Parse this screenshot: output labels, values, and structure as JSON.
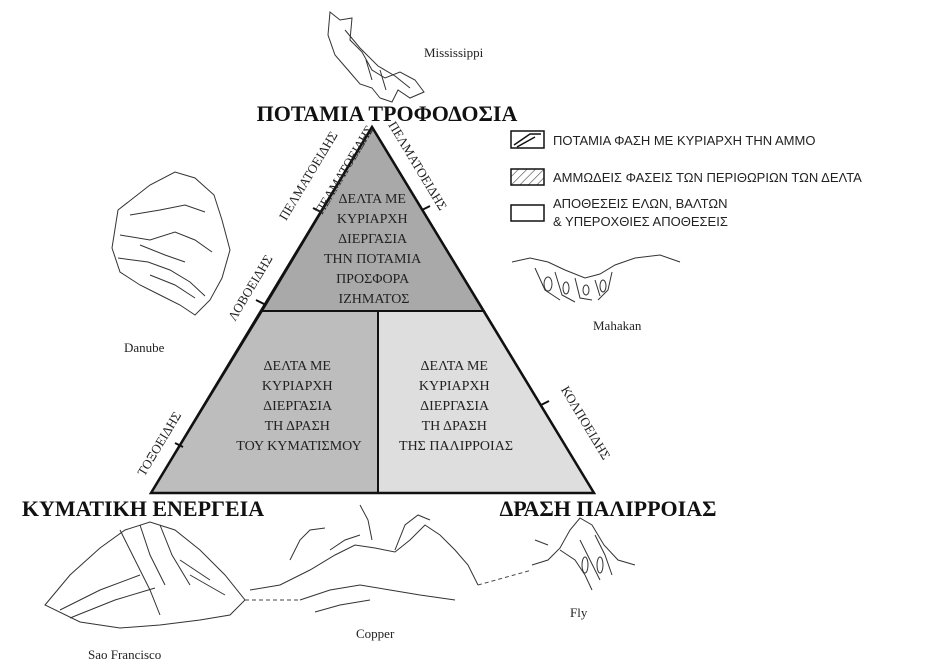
{
  "corners": {
    "top": "ΠΟΤΑΜΙΑ ΤΡΟΦΟΔΟΣΙΑ",
    "left": "ΚΥΜΑΤΙΚΗ ΕΝΕΡΓΕΙΑ",
    "right": "ΔΡΑΣΗ ΠΑΛΙΡΡΟΙΑΣ"
  },
  "regions": {
    "top": [
      "ΔΕΛΤΑ ΜΕ",
      "ΚΥΡΙΑΡΧΗ",
      "ΔΙΕΡΓΑΣΙΑ",
      "ΤΗΝ ΠΟΤΑΜΙΑ",
      "ΠΡΟΣΦΟΡΑ",
      "ΙΖΗΜΑΤΟΣ"
    ],
    "left": [
      "ΔΕΛΤΑ ΜΕ",
      "ΚΥΡΙΑΡΧΗ",
      "ΔΙΕΡΓΑΣΙΑ",
      "ΤΗ ΔΡΑΣΗ",
      "ΤΟΥ ΚΥΜΑΤΙΣΜΟΥ"
    ],
    "right": [
      "ΔΕΛΤΑ ΜΕ",
      "ΚΥΡΙΑΡΧΗ",
      "ΔΙΕΡΓΑΣΙΑ",
      "ΤΗ ΔΡΑΣΗ",
      "ΤΗΣ ΠΑΛΙΡΡΟΙΑΣ"
    ]
  },
  "side_labels": {
    "left_upper_1": "ΠΕΛΜΑΤΟΕΙΔΗΣ",
    "right_upper": "ΠΕΛΜΑΤΟΕΙΔΗΣ",
    "left_upper_2": "ΠΕΛΜΑΤΟΕΙΔΗΣ",
    "left_middle": "ΛΟΒΟΕΙΔΗΣ",
    "left_lower": "ΤΟΞΟΕΙΔΗΣ",
    "right_lower": "ΚΟΛΠΟΕΙΔΗΣ"
  },
  "legend": [
    {
      "text": "ΠΟΤΑΜΙΑ ΦΑΣΗ ΜΕ ΚΥΡΙΑΡΧΗ ΤΗΝ ΑΜΜΟ"
    },
    {
      "text": "ΑΜΜΩΔΕΙΣ ΦΑΣΕΙΣ ΤΩΝ ΠΕΡΙΘΩΡΙΩΝ ΤΩΝ ΔΕΛΤΑ"
    },
    {
      "text": "ΑΠΟΘΕΣΕΙΣ ΕΛΩΝ, ΒΑΛΤΩΝ",
      "text2": "& ΥΠΕΡΟΧΘΙΕΣ ΑΠΟΘΕΣΕΙΣ"
    }
  ],
  "deltas": {
    "mississippi": "Mississippi",
    "danube": "Danube",
    "mahakan": "Mahakan",
    "sao_francisco": "Sao Francisco",
    "copper": "Copper",
    "fly": "Fly"
  },
  "colors": {
    "top_region": "#a9a9a9",
    "left_region": "#bdbdbd",
    "right_region": "#dedede",
    "outline": "#111111"
  }
}
